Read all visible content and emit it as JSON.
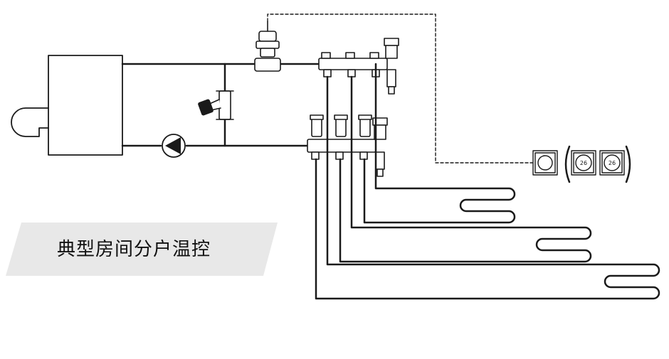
{
  "caption": {
    "title": "典型房间分户温控"
  },
  "thermostats": [
    {
      "type": "mechanical-dial",
      "reading": ""
    },
    {
      "type": "digital",
      "reading": "26"
    },
    {
      "type": "digital",
      "reading": "26"
    }
  ],
  "colors": {
    "line": "#1a1a1a",
    "banner": "#e8e8e8",
    "background": "#ffffff"
  }
}
